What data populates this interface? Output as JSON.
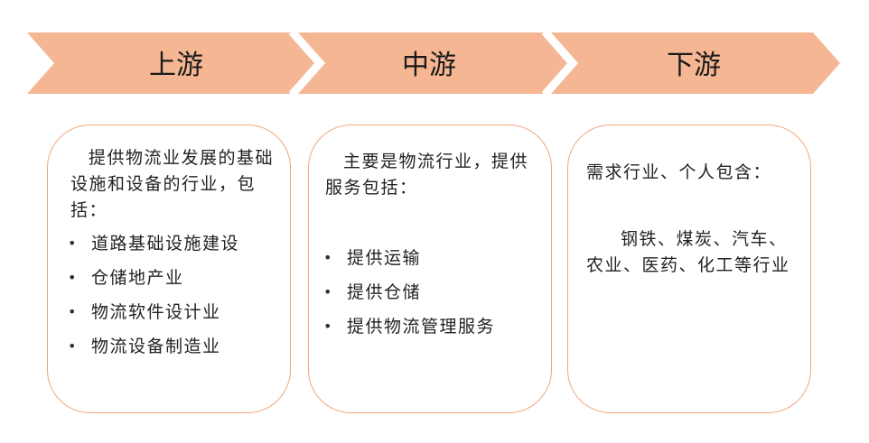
{
  "stages": [
    {
      "title": "上游"
    },
    {
      "title": "中游"
    },
    {
      "title": "下游"
    }
  ],
  "cards": {
    "upstream": {
      "intro": "提供物流业发展的基础设施和设备的行业，包括：",
      "items": [
        "道路基础设施建设",
        "仓储地产业",
        "物流软件设计业",
        "物流设备制造业"
      ]
    },
    "midstream": {
      "intro": "主要是物流行业，提供服务包括：",
      "items": [
        "提供运输",
        "提供仓储",
        "提供物流管理服务"
      ]
    },
    "downstream": {
      "intro": "需求行业、个人包含：",
      "detail": "钢铁、煤炭、汽车、农业、医药、化工等行业"
    }
  },
  "colors": {
    "arrow_fill": "#f5b793",
    "card_border": "#f0a77c"
  }
}
